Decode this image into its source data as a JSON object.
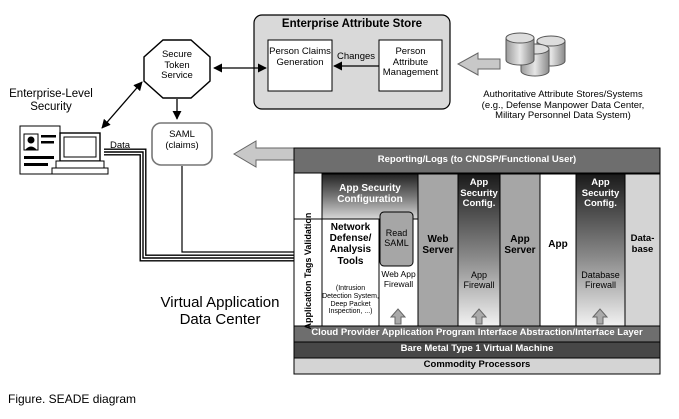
{
  "enterprise_store": {
    "title": "Enterprise Attribute Store",
    "claims_generation": "Person Claims Generation",
    "changes": "Changes",
    "attribute_management": "Person Attribute Management"
  },
  "token_service": "Secure Token Service",
  "saml": {
    "line1": "SAML",
    "line2": "(claims)"
  },
  "enterprise_security": "Enterprise-Level Security",
  "data_label": "Data",
  "authoritative": "Authoritative Attribute Stores/Systems (e.g., Defense Manpower Data Center, Military Personnel Data System)",
  "reporting": "Reporting/Logs (to CNDSP/Functional User)",
  "app_security_config": "App Security Configuration",
  "app_security_config_short": "App Security Config.",
  "app_tags": "Application Tags Validation",
  "network_defense": "Network Defense/ Analysis Tools",
  "network_defense_sub": "(Intrusion Detection System, Deep Packet Inspection, ...)",
  "read_saml": "Read SAML",
  "web_app_firewall": "Web App Firewall",
  "web_server": "Web Server",
  "app_firewall": "App Firewall",
  "app_server": "App Server",
  "app": "App",
  "database_firewall": "Database Firewall",
  "database": "Data- base",
  "virtual_app_dc": "Virtual Application Data Center",
  "cloud_layer": "Cloud Provider Application Program Interface Abstraction/Interface Layer",
  "bare_metal": "Bare Metal Type 1 Virtual Machine",
  "commodity": "Commodity Processors",
  "caption": "Figure. SEADE diagram",
  "colors": {
    "dark_bar": "#4a4a4a",
    "mid_bar": "#6e6e6e",
    "store_bg": "#d9d9d9",
    "column_gray": "#a6a6a6",
    "light_col": "#d4d4d4"
  }
}
